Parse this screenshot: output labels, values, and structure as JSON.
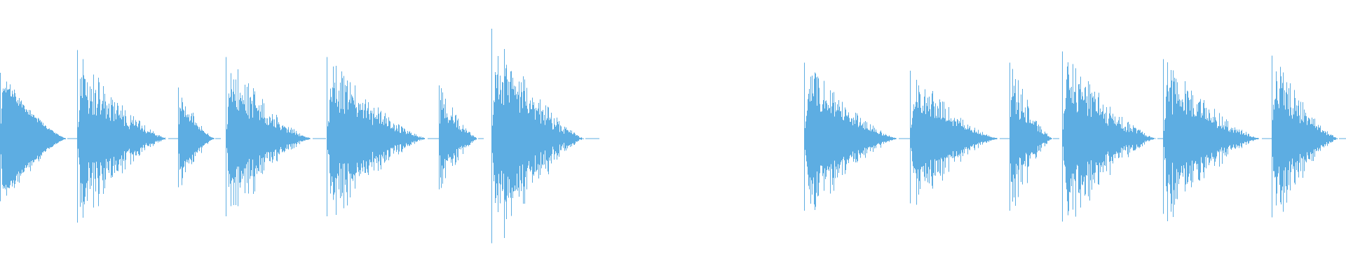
{
  "waveform": {
    "color": "#5DADE2",
    "background": "#ffffff",
    "bursts": [
      {
        "kind": "decay",
        "start_s": 0.0,
        "end_s": 0.1,
        "peak": 0.58,
        "fill": 0.55
      },
      {
        "kind": "decay",
        "start_s": 0.115,
        "end_s": 0.25,
        "peak": 0.78,
        "fill": 0.3
      },
      {
        "kind": "decay",
        "start_s": 0.265,
        "end_s": 0.32,
        "peak": 0.45,
        "fill": 0.3
      },
      {
        "kind": "decay",
        "start_s": 0.335,
        "end_s": 0.465,
        "peak": 0.72,
        "fill": 0.32
      },
      {
        "kind": "decay",
        "start_s": 0.485,
        "end_s": 0.635,
        "peak": 0.72,
        "fill": 0.3
      },
      {
        "kind": "decay",
        "start_s": 0.652,
        "end_s": 0.71,
        "peak": 0.47,
        "fill": 0.25
      },
      {
        "kind": "decay",
        "start_s": 0.73,
        "end_s": 0.87,
        "peak": 0.97,
        "fill": 0.32
      },
      {
        "kind": "decay",
        "start_s": 1.195,
        "end_s": 1.335,
        "peak": 0.67,
        "fill": 0.38
      },
      {
        "kind": "decay",
        "start_s": 1.352,
        "end_s": 1.485,
        "peak": 0.6,
        "fill": 0.32
      },
      {
        "kind": "decay",
        "start_s": 1.5,
        "end_s": 1.565,
        "peak": 0.67,
        "fill": 0.28
      },
      {
        "kind": "decay",
        "start_s": 1.578,
        "end_s": 1.72,
        "peak": 0.77,
        "fill": 0.35
      },
      {
        "kind": "decay",
        "start_s": 1.728,
        "end_s": 1.875,
        "peak": 0.7,
        "fill": 0.3
      },
      {
        "kind": "decay",
        "start_s": 1.89,
        "end_s": 1.99,
        "peak": 0.73,
        "fill": 0.36
      }
    ],
    "duration_s": 2.0
  }
}
